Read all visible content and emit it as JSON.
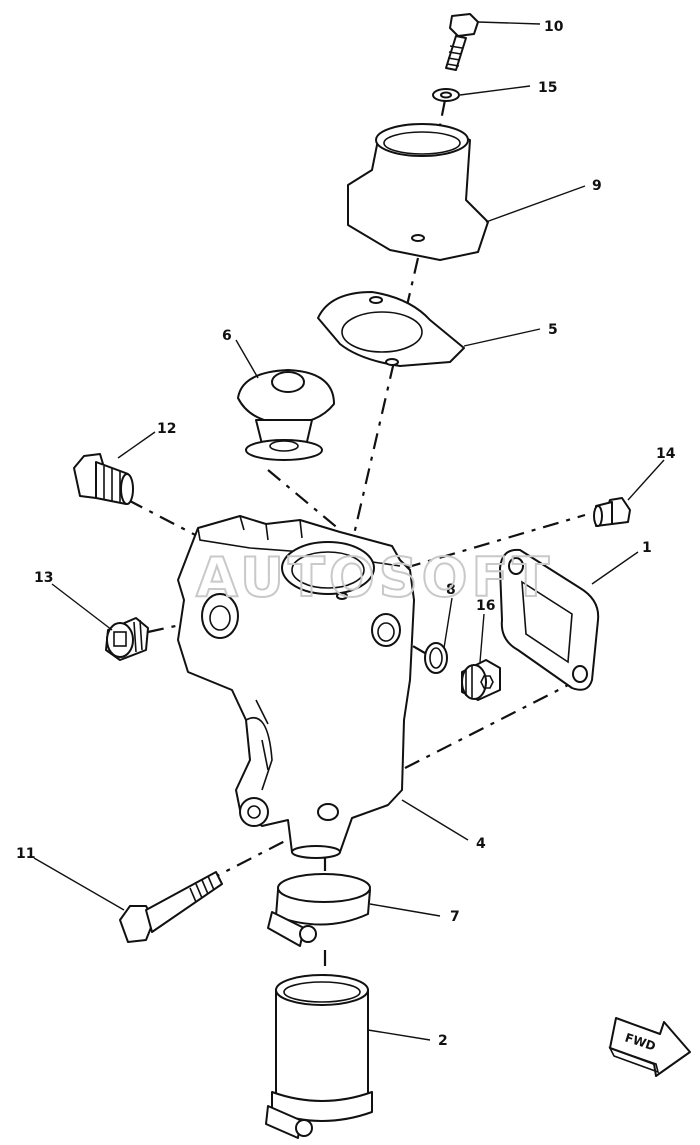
{
  "diagram": {
    "callouts": [
      "10",
      "15",
      "9",
      "5",
      "6",
      "12",
      "14",
      "1",
      "13",
      "8",
      "16",
      "4",
      "11",
      "7",
      "2"
    ],
    "watermark": "AUTOSOFT",
    "direction_badge": "FWD"
  }
}
